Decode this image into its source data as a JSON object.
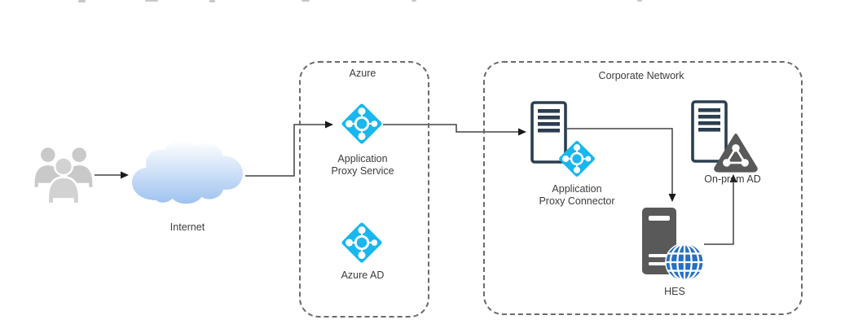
{
  "diagram": {
    "type": "network-architecture",
    "external": {
      "users": {
        "id": "users",
        "icon": "users-icon",
        "label": ""
      },
      "internet": {
        "id": "internet",
        "icon": "cloud-icon",
        "label": "Internet"
      }
    },
    "zones": {
      "azure": {
        "label": "Azure",
        "nodes": [
          {
            "id": "application-proxy-service",
            "icon": "azure-diamond-icon",
            "label": "Application\nProxy Service"
          },
          {
            "id": "azure-ad",
            "icon": "azure-diamond-icon",
            "label": "Azure AD"
          }
        ]
      },
      "corporate": {
        "label": "Corporate Network",
        "nodes": [
          {
            "id": "application-proxy-connector",
            "icon": "server-icon + azure-diamond-icon",
            "label": "Application\nProxy Connector"
          },
          {
            "id": "on-prem-ad",
            "icon": "server-icon + ad-triangle-icon",
            "label": "On-prem AD"
          },
          {
            "id": "hes",
            "icon": "dark-server-icon + globe-icon",
            "label": "HES"
          }
        ]
      }
    },
    "edges": [
      {
        "from": "users",
        "to": "internet",
        "arrow": "right"
      },
      {
        "from": "internet",
        "to": "application-proxy-service",
        "arrow": "right"
      },
      {
        "from": "application-proxy-service",
        "to": "application-proxy-connector",
        "arrow": "right"
      },
      {
        "from": "application-proxy-connector",
        "to": "hes",
        "arrow": "down"
      },
      {
        "from": "hes",
        "to": "on-prem-ad",
        "arrow": "up"
      }
    ],
    "colors": {
      "azure_cyan": "#18b7ee",
      "server_navy": "#2b3e50",
      "dark_gray": "#595959",
      "globe_blue": "#2470c2",
      "cloud_blue": "#a5c7f1",
      "people_gray": "#c9c9c9",
      "connector_line": "#424242",
      "zone_border": "#6b6b6b",
      "text": "#3b3b3b"
    }
  }
}
